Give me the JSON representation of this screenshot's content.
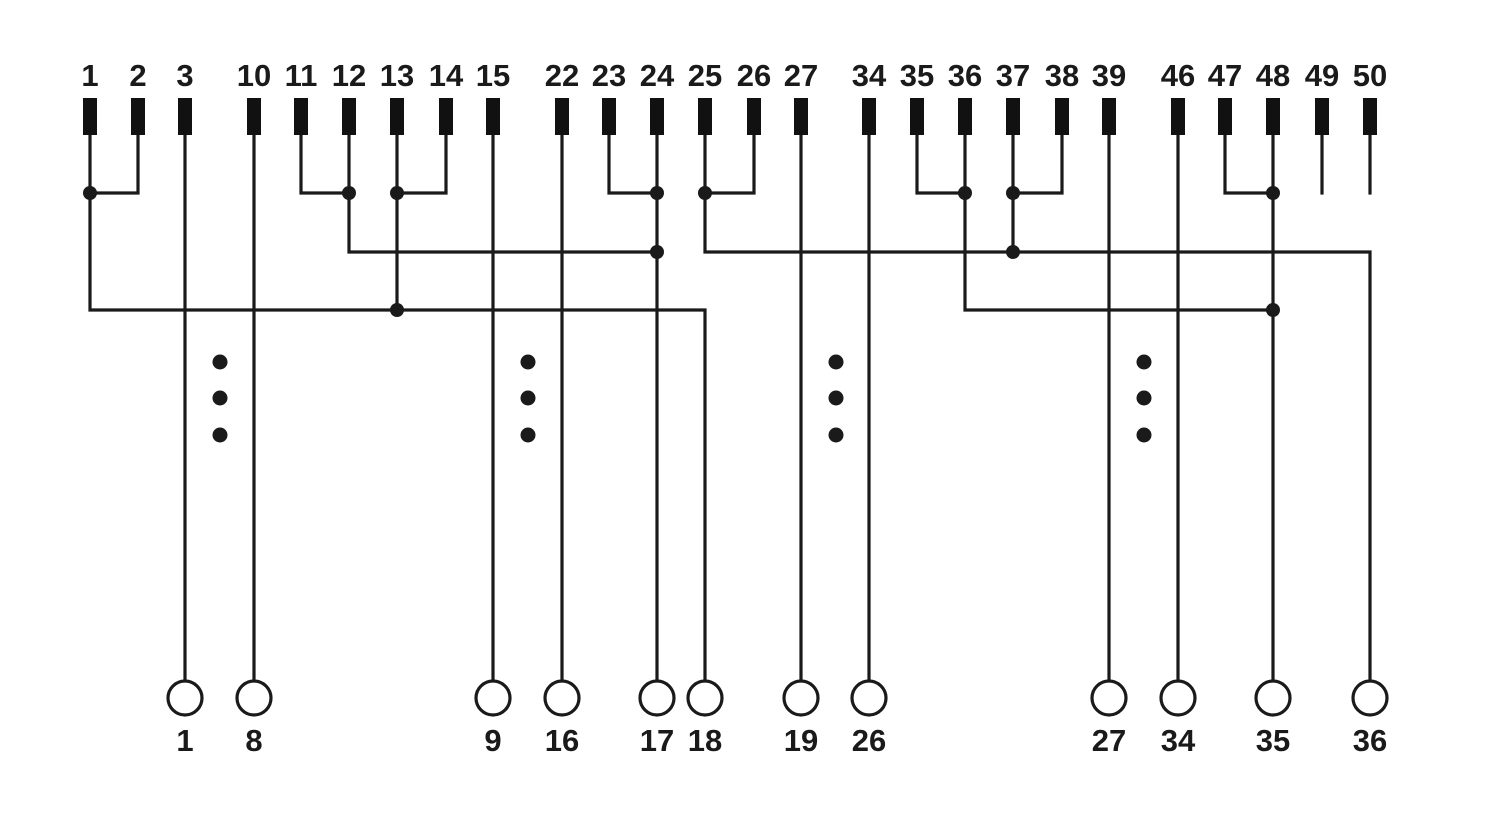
{
  "top_pins": [
    "1",
    "2",
    "3",
    "10",
    "11",
    "12",
    "13",
    "14",
    "15",
    "22",
    "23",
    "24",
    "25",
    "26",
    "27",
    "34",
    "35",
    "36",
    "37",
    "38",
    "39",
    "46",
    "47",
    "48",
    "49",
    "50"
  ],
  "bottom_terminals": [
    "1",
    "8",
    "9",
    "16",
    "17",
    "18",
    "19",
    "26",
    "27",
    "34",
    "35",
    "36"
  ],
  "colors": {
    "ink": "#1a1a1a",
    "background": "#ffffff"
  }
}
